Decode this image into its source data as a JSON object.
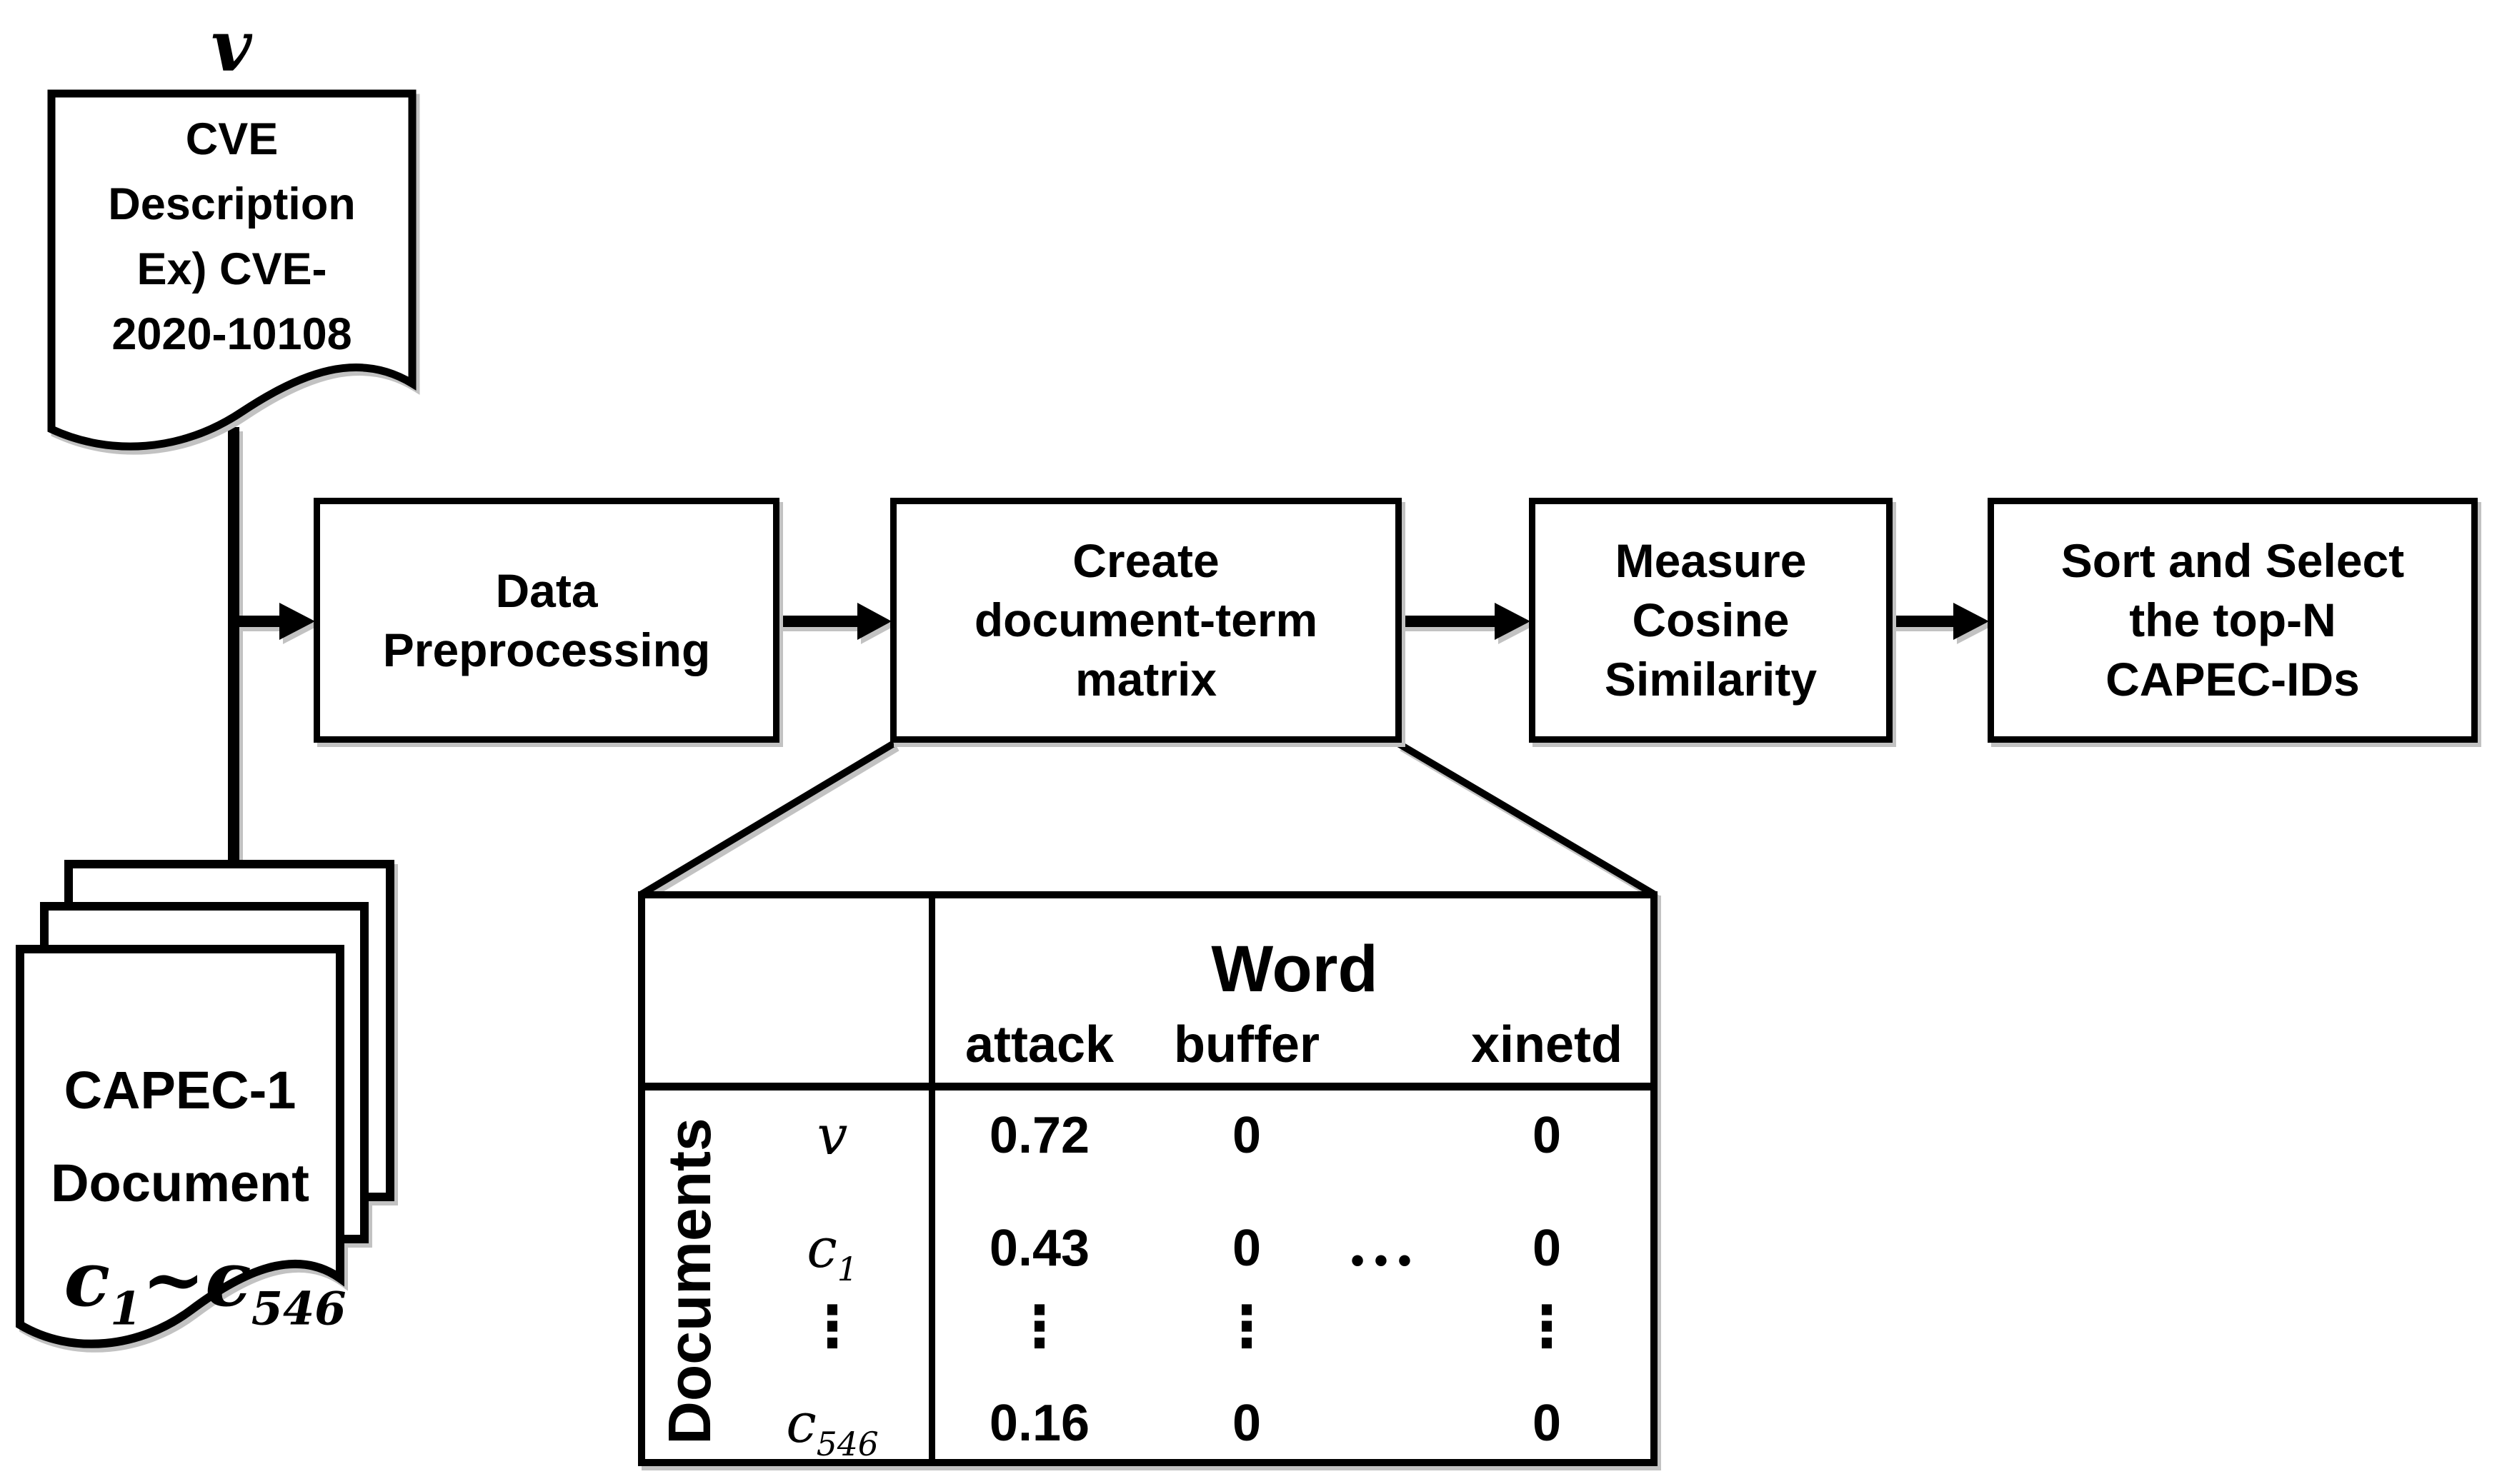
{
  "colors": {
    "ink": "#000000",
    "background": "#ffffff"
  },
  "cve_doc": {
    "symbol": "v",
    "lines": [
      "CVE",
      "Description",
      "Ex) CVE-",
      "2020-10108"
    ]
  },
  "capec_doc": {
    "lines": [
      "CAPEC-1",
      "Document"
    ],
    "range": {
      "base1": "c",
      "sub1": "1",
      "tilde": "~",
      "base2": "c",
      "sub2": "546"
    }
  },
  "steps": [
    {
      "lines": [
        "Data",
        "Preprocessing"
      ]
    },
    {
      "lines": [
        "Create",
        "document-term",
        "matrix"
      ]
    },
    {
      "lines": [
        "Measure",
        "Cosine",
        "Similarity"
      ]
    },
    {
      "lines": [
        "Sort and Select",
        "the top-N",
        "CAPEC-IDs"
      ]
    }
  ],
  "matrix": {
    "col_group": "Word",
    "row_group": "Documents",
    "columns": [
      "attack",
      "buffer",
      "xinetd"
    ],
    "rows": [
      {
        "base": "v",
        "sub": "",
        "values": [
          "0.72",
          "0",
          "0"
        ]
      },
      {
        "base": "c",
        "sub": "1",
        "values": [
          "0.43",
          "0",
          "0"
        ]
      },
      {
        "base": "⋮",
        "sub": "",
        "values": [
          "⋮",
          "⋮",
          "⋮"
        ]
      },
      {
        "base": "c",
        "sub": "546",
        "values": [
          "0.16",
          "0",
          "0"
        ]
      }
    ],
    "h_ellipsis": "•••"
  }
}
